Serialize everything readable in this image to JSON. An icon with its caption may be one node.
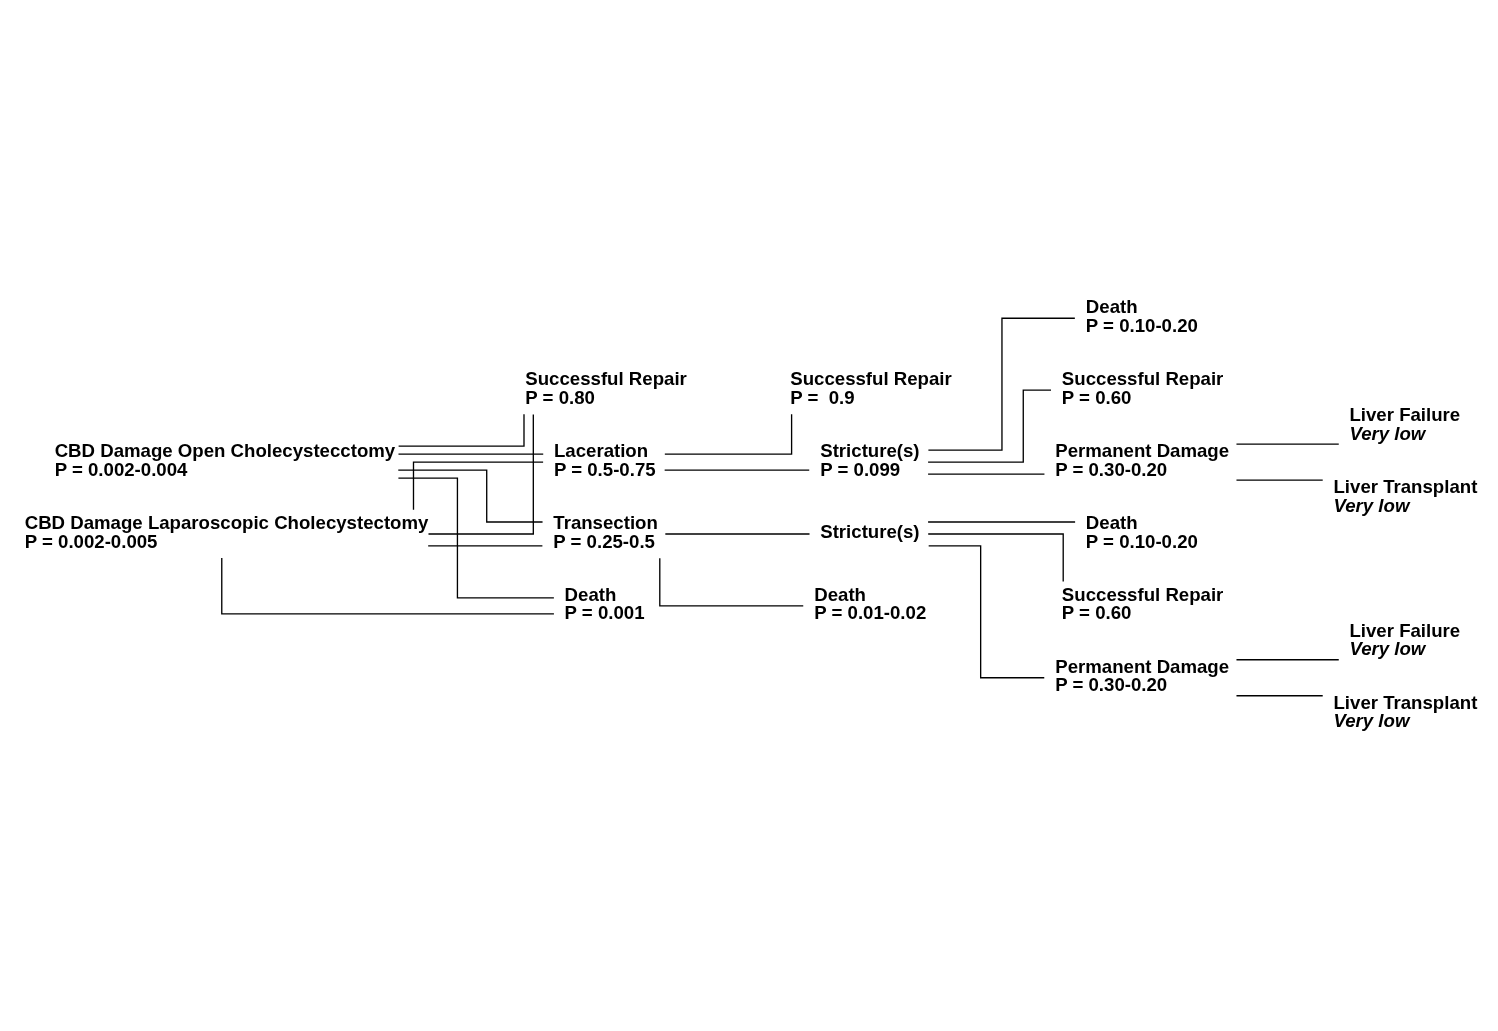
{
  "diagram": {
    "nodes": [
      {
        "text": [
          "CBD Damage Open Cholecystecctomy",
          "P = 0.002-0.004"
        ]
      },
      {
        "text": [
          "CBD Damage Laparoscopic Cholecystectomy",
          "P = 0.002-0.005"
        ]
      },
      {
        "text": [
          "Laceration",
          "P = 0.5-0.75"
        ]
      },
      {
        "text": [
          "Death",
          "P = 0.001"
        ]
      },
      {
        "text": [
          "Successful Repair",
          "P = 0.80"
        ]
      },
      {
        "text": [
          "Transection",
          "P = 0.25-0.5"
        ]
      },
      {
        "text": [
          "Successful Repair",
          "P =  0.9"
        ]
      },
      {
        "text": [
          "Stricture(s)",
          "P = 0.099"
        ]
      },
      {
        "text": [
          "Death",
          "P = 0.10-0.20"
        ]
      },
      {
        "text": [
          "Successful Repair",
          "P = 0.60"
        ]
      },
      {
        "text": [
          "Permanent Damage",
          "P = 0.30-0.20"
        ]
      },
      {
        "text": [
          "Liver Failure",
          "Very low"
        ]
      },
      {
        "text": [
          "Liver Transplant",
          "Very low"
        ]
      },
      {
        "text": [
          "Stricture(s)"
        ]
      },
      {
        "text": [
          "Death",
          "P = 0.01-0.02"
        ]
      },
      {
        "text": [
          "Death",
          "P = 0.10-0.20"
        ]
      },
      {
        "text": [
          "Successful Repair",
          "P = 0.60"
        ]
      },
      {
        "text": [
          "Permanent Damage",
          "P = 0.30-0.20"
        ]
      },
      {
        "text": [
          "Liver Failure",
          "Very low"
        ]
      },
      {
        "text": [
          "Liver Transplant",
          "Very low"
        ]
      }
    ],
    "edges": [
      {
        "from": 0,
        "to": 2,
        "arrow": "none"
      },
      {
        "from": 0,
        "to": 3,
        "arrow": "none"
      },
      {
        "from": 0,
        "to": 4,
        "arrow": "none"
      },
      {
        "from": 0,
        "to": 5,
        "arrow": "none"
      },
      {
        "from": 1,
        "to": 2,
        "arrow": "none"
      },
      {
        "from": 1,
        "to": 3,
        "arrow": "none"
      },
      {
        "from": 1,
        "to": 4,
        "arrow": "none"
      },
      {
        "from": 1,
        "to": 5,
        "arrow": "none"
      },
      {
        "from": 2,
        "to": 6,
        "arrow": "none"
      },
      {
        "from": 2,
        "to": 7,
        "arrow": "none"
      },
      {
        "from": 7,
        "to": 8,
        "arrow": "none"
      },
      {
        "from": 7,
        "to": 9,
        "arrow": "none"
      },
      {
        "from": 7,
        "to": 10,
        "arrow": "none"
      },
      {
        "from": 10,
        "to": 11,
        "arrow": "none"
      },
      {
        "from": 10,
        "to": 12,
        "arrow": "none"
      },
      {
        "from": 5,
        "to": 13,
        "arrow": "none"
      },
      {
        "from": 5,
        "to": 14,
        "arrow": "none"
      },
      {
        "from": 13,
        "to": 15,
        "arrow": "none"
      },
      {
        "from": 13,
        "to": 16,
        "arrow": "none"
      },
      {
        "from": 13,
        "to": 17,
        "arrow": "none"
      },
      {
        "from": 17,
        "to": 18,
        "arrow": "none"
      },
      {
        "from": 17,
        "to": 19,
        "arrow": "none"
      }
    ]
  }
}
